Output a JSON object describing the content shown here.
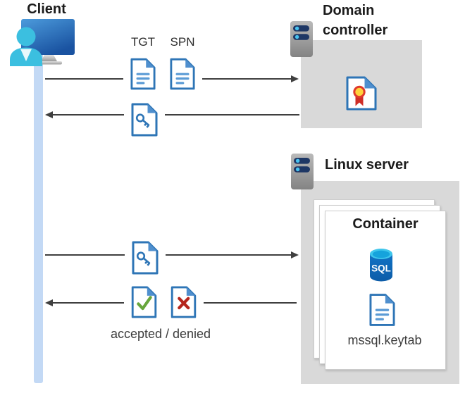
{
  "client": {
    "label": "Client"
  },
  "domain_controller": {
    "line1": "Domain",
    "line2": "controller"
  },
  "linux_server": {
    "label": "Linux server"
  },
  "container": {
    "title": "Container",
    "sql_badge": "SQL",
    "keytab_file": "mssql.keytab"
  },
  "flow": {
    "tgt": "TGT",
    "spn": "SPN",
    "result": "accepted / denied"
  },
  "colors": {
    "doc_border_blue": "#2e75b6",
    "doc_fold_blue": "#4f8fce",
    "doc_line_blue": "#5b9bd5",
    "check_green": "#67a63c",
    "cross_red": "#b5261d",
    "seal_gold": "#ffd23b",
    "ribbon_red": "#cf2e27",
    "lifeline_blue": "#c3d9f5",
    "box_gray": "#d9d9d9",
    "arrow_gray": "#3f3f3f",
    "server_pill_navy": "#1e3765",
    "server_dot_cyan": "#47c3f0",
    "person_cyan": "#3bbfe0",
    "sql_body_blue": "#0e69b8",
    "sql_top_cyan": "#3ec6ec"
  },
  "icons": {
    "client": "person-at-monitor-icon",
    "domain_controller": "server-icon",
    "linux_server": "server-icon",
    "tgt": "text-document-icon",
    "spn": "text-document-icon",
    "ticket": "key-document-icon",
    "certificate": "certificate-document-icon",
    "accepted": "check-document-icon",
    "denied": "cross-document-icon",
    "database": "sql-database-icon",
    "keytab": "text-document-icon"
  }
}
